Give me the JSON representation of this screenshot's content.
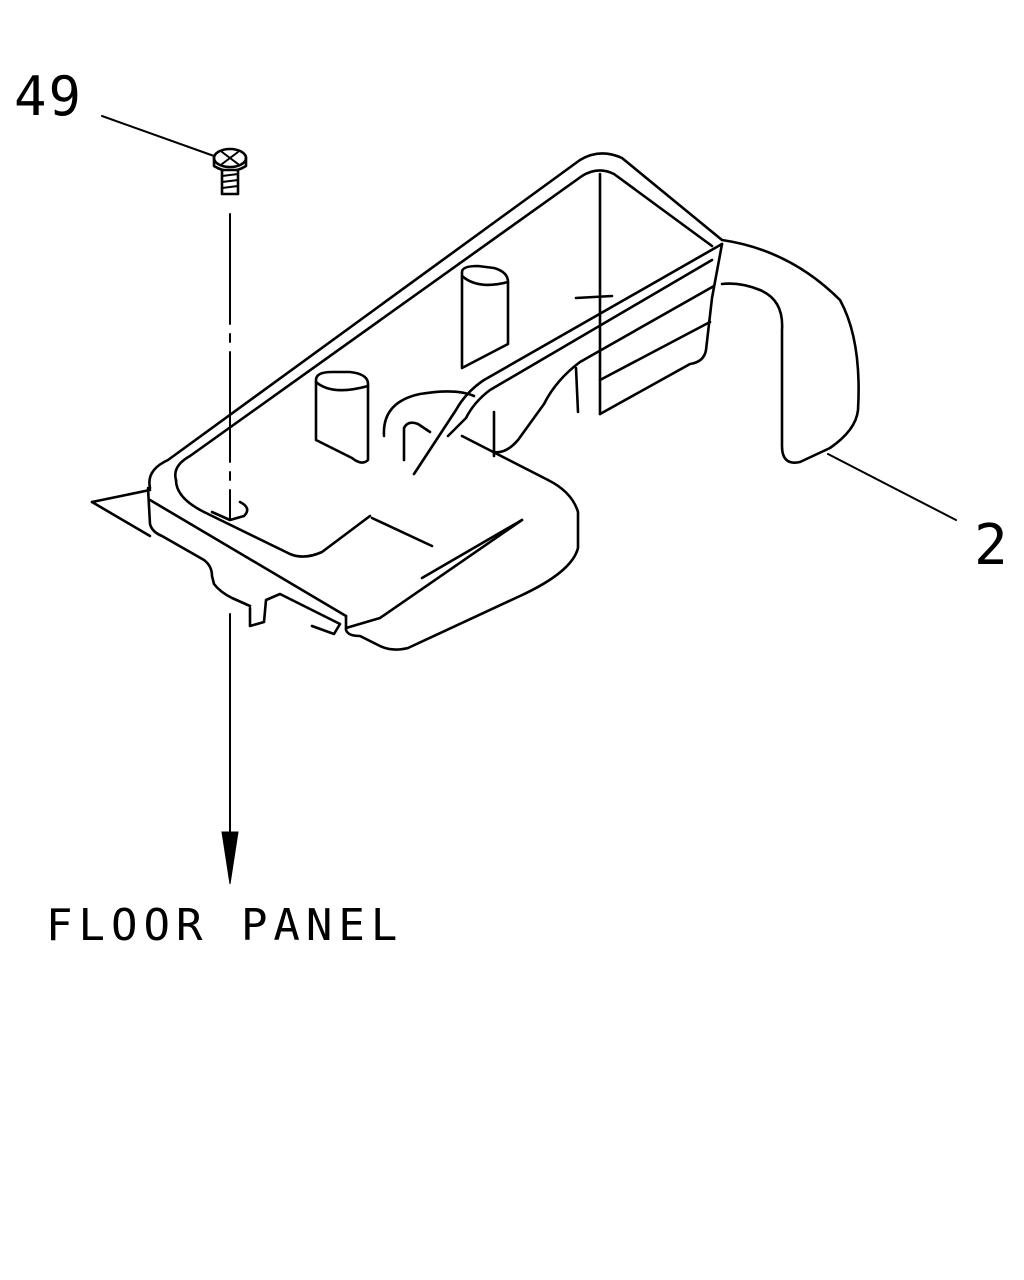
{
  "callouts": {
    "screw": "49",
    "cover": "2"
  },
  "annotation": {
    "floor_panel": "FLOOR PANEL"
  },
  "colors": {
    "line": "#000000",
    "background": "#ffffff"
  }
}
